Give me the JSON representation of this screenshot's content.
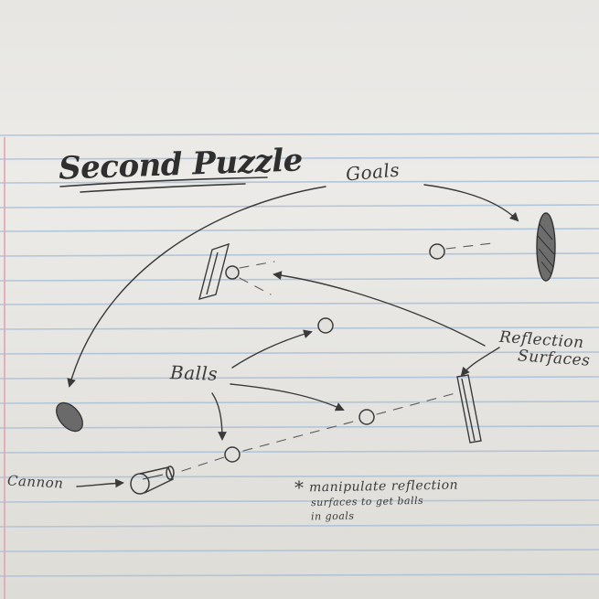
{
  "title": "Second Puzzle",
  "labels": {
    "goals": "Goals",
    "balls": "Balls",
    "cannon": "Cannon",
    "reflection_line1": "Reflection",
    "reflection_line2": "Surfaces"
  },
  "note": {
    "star": "*",
    "line1": "manipulate reflection",
    "line2": "surfaces to get balls",
    "line3": "in goals"
  },
  "colors": {
    "pencil": "#3b3b3b",
    "paper": "#e9e8e4",
    "rule_line": "#a9c0d8",
    "margin_line": "#e3a9b4"
  }
}
